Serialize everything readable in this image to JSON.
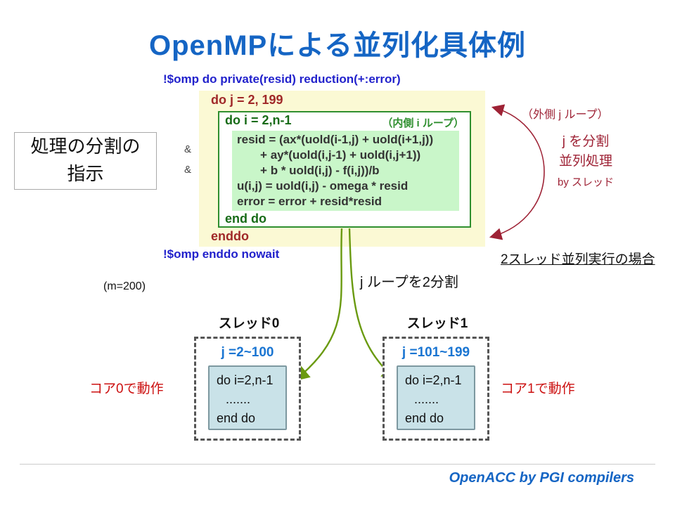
{
  "slide": {
    "title": "OpenMPによる並列化具体例",
    "footer": "OpenACC by PGI compilers"
  },
  "directives": {
    "top": "!$omp do private(resid) reduction(+:error)",
    "bottom": "!$omp enddo nowait",
    "amp1": "&",
    "amp2": "&"
  },
  "left_note": {
    "line1": "処理の分割の",
    "line2": "指示"
  },
  "code_block": {
    "outer_loop_start": "do j = 2, 199",
    "inner_loop_start": "do i = 2,n-1",
    "inner_loop_label": "（内側 i ループ）",
    "body_lines": [
      "resid = (ax*(uold(i-1,j) + uold(i+1,j))",
      "       + ay*(uold(i,j-1) + uold(i,j+1))",
      "       + b * uold(i,j) - f(i,j))/b",
      "u(i,j) = uold(i,j) - omega * resid",
      "error = error + resid*resid"
    ],
    "inner_loop_end": "end do",
    "outer_loop_end": "enddo"
  },
  "right_notes": {
    "outer_loop_label": "（外側 j ループ）",
    "split_line1": "j を分割",
    "split_line2": "並列処理",
    "split_line3": "by スレッド",
    "case_label": "2スレッド並列実行の場合"
  },
  "middle": {
    "m_label": "(m=200)",
    "split_label": "j ループを2分割"
  },
  "threads": [
    {
      "name": "スレッド0",
      "range": "j =2~100",
      "code_line1": "do i=2,n-1",
      "code_line2": ".......",
      "code_line3": "end do",
      "core": "コア0で動作"
    },
    {
      "name": "スレッド1",
      "range": "j =101~199",
      "code_line1": "do i=2,n-1",
      "code_line2": ".......",
      "code_line3": "end do",
      "core": "コア1で動作"
    }
  ],
  "colors": {
    "title_blue": "#1565c4",
    "directive_blue": "#2222cc",
    "outer_loop_red": "#a02828",
    "inner_loop_green": "#176b17",
    "code_box_yellow": "#fbf9d4",
    "body_highlight_green": "#c9f6c9",
    "annotation_red": "#9e2235",
    "arrow_olive": "#6a9a10",
    "core_red": "#cc1111",
    "range_blue": "#1a75d2",
    "thread_code_bg": "#c9e2e8"
  }
}
